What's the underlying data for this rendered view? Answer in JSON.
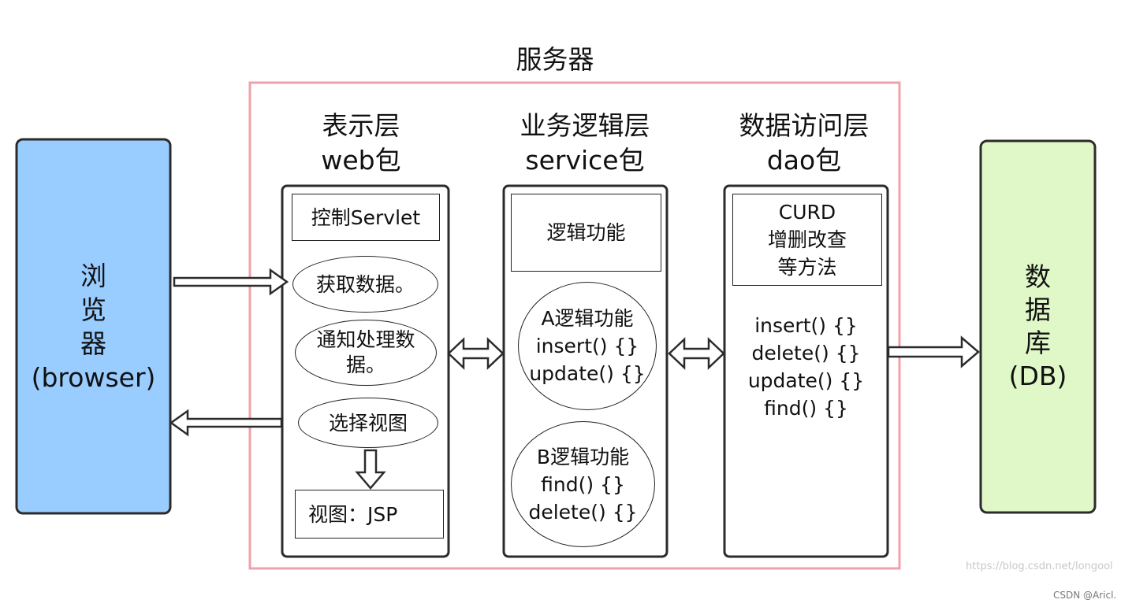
{
  "title": "服务器",
  "colors": {
    "server_border": "#f0a0a8",
    "browser_fill": "#99ccff",
    "db_fill": "#e0f8c8",
    "stroke": "#2b2b2b"
  },
  "layers": {
    "web": {
      "title": "表示层",
      "package": "web包",
      "controller": "控制Servlet",
      "steps": [
        "获取数据。",
        "通知处理数",
        "据。",
        "选择视图"
      ],
      "view": "视图：JSP"
    },
    "service": {
      "title": "业务逻辑层",
      "package": "service包",
      "logic": "逻辑功能",
      "a_logic": [
        "A逻辑功能",
        "insert() {}",
        "update() {}"
      ],
      "b_logic": [
        "B逻辑功能",
        "find() {}",
        "delete() {}"
      ]
    },
    "dao": {
      "title": "数据访问层",
      "package": "dao包",
      "curd": [
        "CURD",
        "增删改查",
        "等方法"
      ],
      "methods": [
        "insert() {}",
        "delete() {}",
        "update() {}",
        "find() {}"
      ]
    }
  },
  "browser": [
    "浏",
    "览",
    "器",
    "(browser)"
  ],
  "database": [
    "数",
    "据",
    "库",
    "(DB)"
  ],
  "watermarks": {
    "blog": "https://blog.csdn.net/longool",
    "csdn": "CSDN @Aricl."
  }
}
